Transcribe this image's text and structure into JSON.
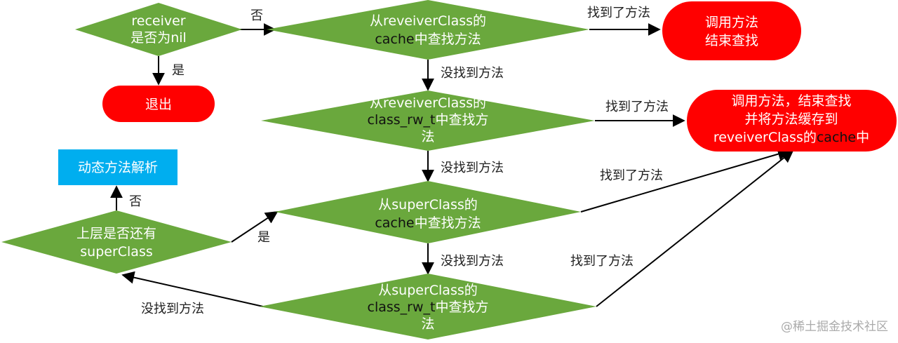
{
  "colors": {
    "decision": "#6aa83d",
    "terminal": "#ff0000",
    "process": "#00aeef",
    "arrow": "#000000",
    "text_dark": "#111111",
    "text_light": "#ffffff"
  },
  "nodes": {
    "receiver_nil": {
      "lines": [
        [
          "receiver"
        ],
        [
          "是否为nil"
        ]
      ]
    },
    "exit": {
      "lines": [
        [
          "退出"
        ]
      ]
    },
    "cache_lookup": {
      "lines": [
        [
          "从reveiverClass的"
        ],
        [
          "cache",
          "中查找方法"
        ]
      ]
    },
    "call_end": {
      "lines": [
        [
          "调用方法"
        ],
        [
          "结束查找"
        ]
      ]
    },
    "rw_lookup": {
      "lines": [
        [
          "从reveiverClass的"
        ],
        [
          "class_rw_t",
          "中查找方"
        ],
        [
          "法"
        ]
      ]
    },
    "call_cache": {
      "lines": [
        [
          "调用方法，结束查找"
        ],
        [
          "并将方法缓存到"
        ],
        [
          "reveiverClass的",
          "cache",
          "中"
        ]
      ]
    },
    "dynamic_resolve": {
      "lines": [
        [
          "动态方法解析"
        ]
      ]
    },
    "super_cache_lookup": {
      "lines": [
        [
          "从superClass的"
        ],
        [
          "cache",
          "中查找方法"
        ]
      ]
    },
    "has_superclass": {
      "lines": [
        [
          "上层是否还有"
        ],
        [
          "superClass"
        ]
      ]
    },
    "super_rw_lookup": {
      "lines": [
        [
          "从superClass的"
        ],
        [
          "class_rw_t",
          "中查找方"
        ],
        [
          "法"
        ]
      ]
    }
  },
  "edges": {
    "e_no_1": "否",
    "e_yes_1": "是",
    "e_found_1": "找到了方法",
    "e_notfound_1": "没找到方法",
    "e_found_2": "找到了方法",
    "e_notfound_2": "没找到方法",
    "e_found_3": "找到了方法",
    "e_notfound_3": "没找到方法",
    "e_found_4": "找到了方法",
    "e_notfound_4": "没找到方法",
    "e_yes_2": "是",
    "e_no_2": "否"
  },
  "watermark": "@稀土掘金技术社区"
}
